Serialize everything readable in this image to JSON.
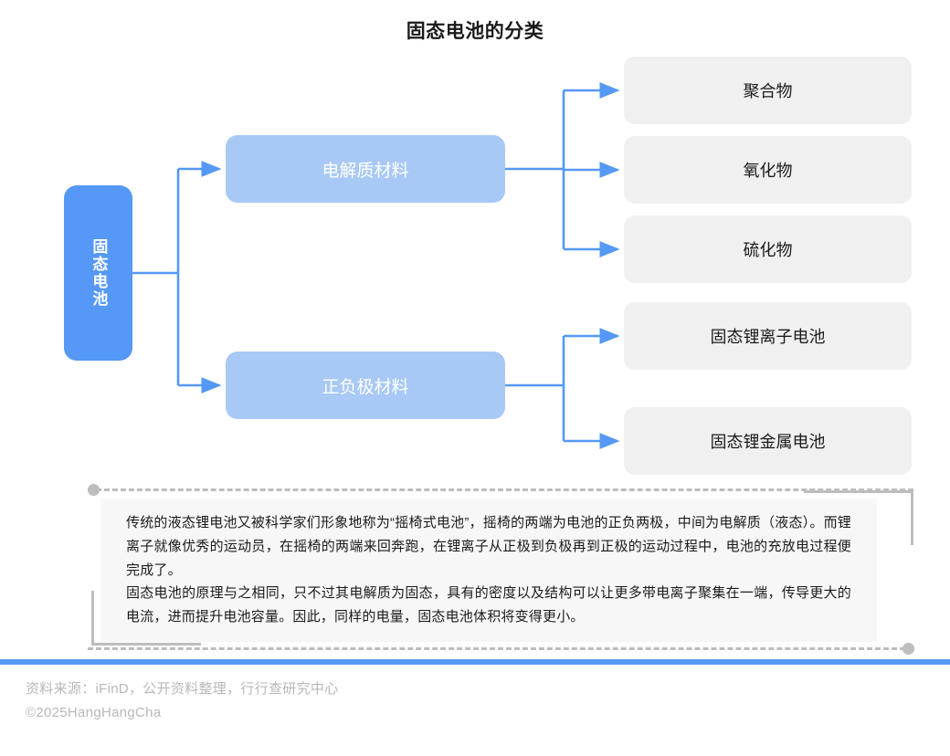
{
  "title": "固态电池的分类",
  "colors": {
    "primary_blue": "#5598f5",
    "secondary_blue": "#a8c9f5",
    "leaf_gray": "#f0f0f0",
    "note_bg": "#f7f7f7",
    "bracket_gray": "#bdbdbd",
    "footer_text": "#b8b8b8"
  },
  "diagram": {
    "type": "tree",
    "root": {
      "label": "固态电池",
      "orientation": "vertical"
    },
    "branches": [
      {
        "label": "电解质材料",
        "children": [
          {
            "label": "聚合物"
          },
          {
            "label": "氧化物"
          },
          {
            "label": "硫化物"
          }
        ]
      },
      {
        "label": "正负极材料",
        "children": [
          {
            "label": "固态锂离子电池"
          },
          {
            "label": "固态锂金属电池"
          }
        ]
      }
    ]
  },
  "note": {
    "paragraphs": [
      "传统的液态锂电池又被科学家们形象地称为“摇椅式电池”，摇椅的两端为电池的正负两极，中间为电解质（液态）。而锂离子就像优秀的运动员，在摇椅的两端来回奔跑，在锂离子从正极到负极再到正极的运动过程中，电池的充放电过程便完成了。",
      "固态电池的原理与之相同，只不过其电解质为固态，具有的密度以及结构可以让更多带电离子聚集在一端，传导更大的电流，进而提升电池容量。因此，同样的电量，固态电池体积将变得更小。"
    ]
  },
  "footer": {
    "source": "资料来源：iFinD，公开资料整理，行行查研究中心",
    "copyright": "©2025HangHangCha"
  }
}
